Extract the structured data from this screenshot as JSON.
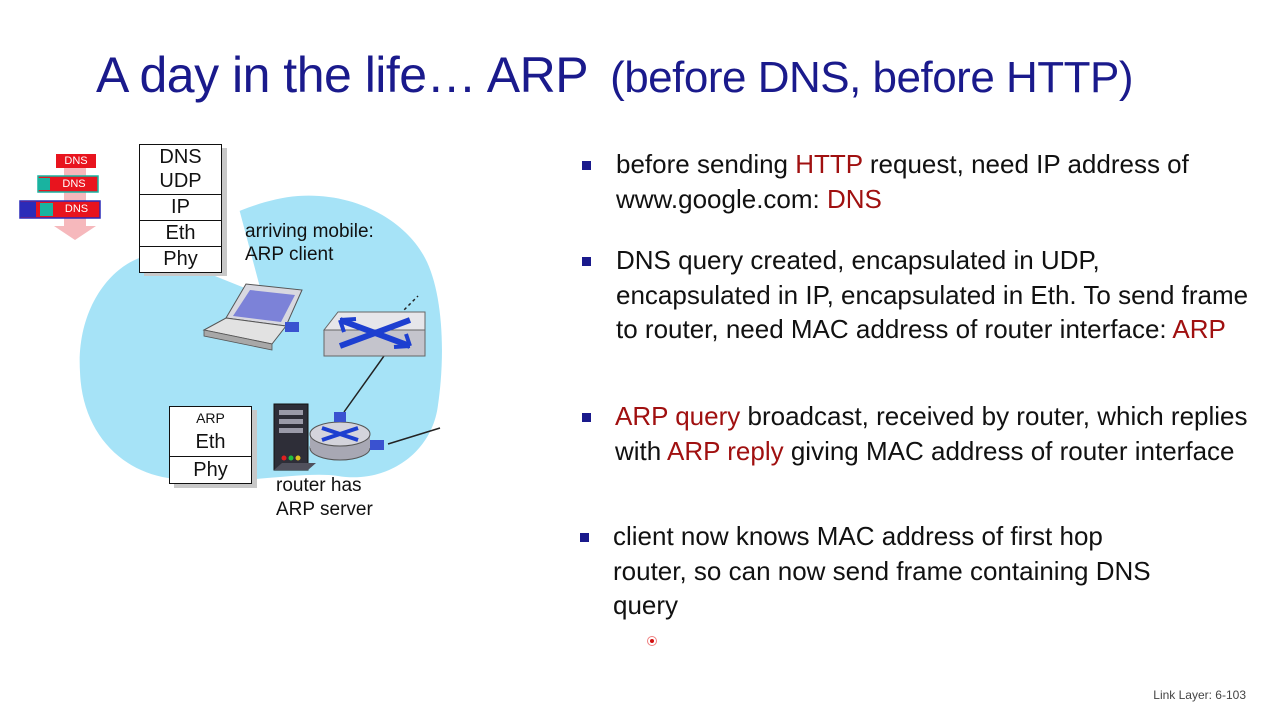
{
  "title": {
    "main": "A day in the life… ARP",
    "sub": "(before DNS, before HTTP)"
  },
  "diagram": {
    "packet_labels": [
      "DNS",
      "DNS",
      "DNS"
    ],
    "client_stack": [
      "DNS",
      "UDP",
      "IP",
      "Eth",
      "Phy"
    ],
    "server_stack": [
      "ARP",
      "Eth",
      "Phy"
    ],
    "client_label": [
      "arriving mobile:",
      "ARP client"
    ],
    "router_label": [
      "router has",
      "ARP server"
    ]
  },
  "bullets": [
    {
      "segments": [
        {
          "text": "before sending ",
          "hl": false
        },
        {
          "text": "HTTP",
          "hl": true
        },
        {
          "text": " request, need IP address of www.google.com:  ",
          "hl": false
        },
        {
          "text": "DNS",
          "hl": true
        }
      ]
    },
    {
      "segments": [
        {
          "text": "DNS query created, encapsulated in UDP, encapsulated in IP, encapsulated in Eth.  To send frame to router, need MAC address of router interface: ",
          "hl": false
        },
        {
          "text": "ARP",
          "hl": true
        }
      ]
    },
    {
      "segments": [
        {
          "text": "ARP query",
          "hl": true
        },
        {
          "text": " broadcast, received by router, which replies with ",
          "hl": false
        },
        {
          "text": "ARP reply",
          "hl": true
        },
        {
          "text": " giving MAC address of router interface",
          "hl": false
        }
      ]
    },
    {
      "segments": [
        {
          "text": "client now knows MAC address of first hop router, so can now send frame containing DNS query",
          "hl": false
        }
      ]
    }
  ],
  "footer": "Link Layer: 6-103",
  "colors": {
    "title": "#1a1a8c",
    "highlight": "#a01010",
    "cloud": "#a6e3f7",
    "packet_red": "#e8141e",
    "packet_teal": "#19b3a0",
    "packet_blue": "#2b2bb8"
  }
}
